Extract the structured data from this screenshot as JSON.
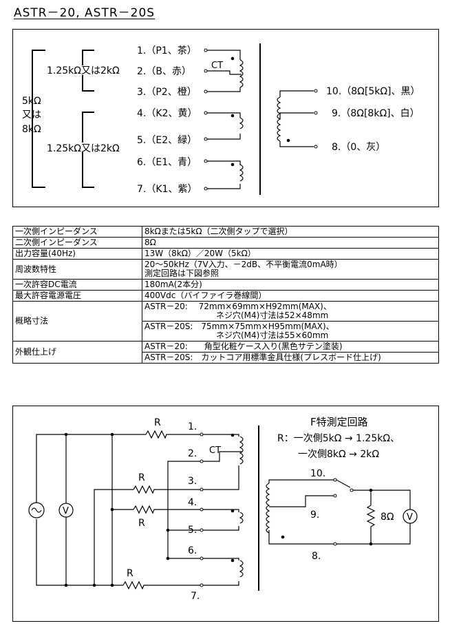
{
  "title": "ASTR－20, ASTR－20S",
  "diagram1": {
    "left_label_1": "5kΩ",
    "left_label_2": "又は",
    "left_label_3": "8kΩ",
    "tap_label_a": "1.25kΩ又は2kΩ",
    "tap_label_b": "1.25kΩ又は2kΩ",
    "ct": "CT",
    "pins": [
      "1.（P1、茶）",
      "2.（B、赤）",
      "3.（P2、橙）",
      "4.（K2、黄）",
      "5.（E2、緑）",
      "6.（E1、青）",
      "7.（K1、紫）"
    ],
    "secondary": [
      "10.（8Ω[5kΩ]、黒）",
      "9.（8Ω[8kΩ]、白）",
      "8.（0、灰）"
    ]
  },
  "specs": {
    "rows": [
      {
        "key": "一次側インピーダンス",
        "value": "8kΩまたは5kΩ（二次側タップで選択）"
      },
      {
        "key": "二次側インピーダンス",
        "value": "8Ω"
      },
      {
        "key": "出力容量(40Hz)",
        "value": "13W（8kΩ）／20W（5kΩ）"
      },
      {
        "key": "周波数特性",
        "value": "20～50kHz（7V入力、－2dB、不平衡電流0mA時）",
        "value2": "測定回路は下図参照"
      },
      {
        "key": "一次許容DC電流",
        "value": "180mA(2本分)"
      },
      {
        "key": "最大許容電源電圧",
        "value": "400Vdc（バイファイラ巻線間）"
      }
    ],
    "size_key": "概略寸法",
    "size_a1": "ASTR－20:　 72mm×69mm×H92mm(MAX)、",
    "size_a2": "ネジ穴(M4)寸法は52×48mm",
    "size_b1": "ASTR－20S:　75mm×75mm×H95mm(MAX)、",
    "size_b2": "ネジ穴(M4)寸法は55×60mm",
    "finish_key": "外観仕上げ",
    "finish_a": "ASTR－20:　　角型化粧ケース入り(黒色サテン塗装)",
    "finish_b": "ASTR－20S:　カットコア用標準金具仕様(プレスボード仕上げ)"
  },
  "diagram2": {
    "title": "F特測定回路",
    "note1": "R：一次側5kΩ → 1.25kΩ、",
    "note2": "一次側8kΩ → 2kΩ",
    "r": "R",
    "ct": "CT",
    "pins": [
      "1.",
      "2.",
      "3.",
      "4.",
      "5.",
      "6.",
      "7."
    ],
    "sec_pins": [
      "10.",
      "9.",
      "8."
    ],
    "load": "8Ω",
    "meter": "V"
  }
}
